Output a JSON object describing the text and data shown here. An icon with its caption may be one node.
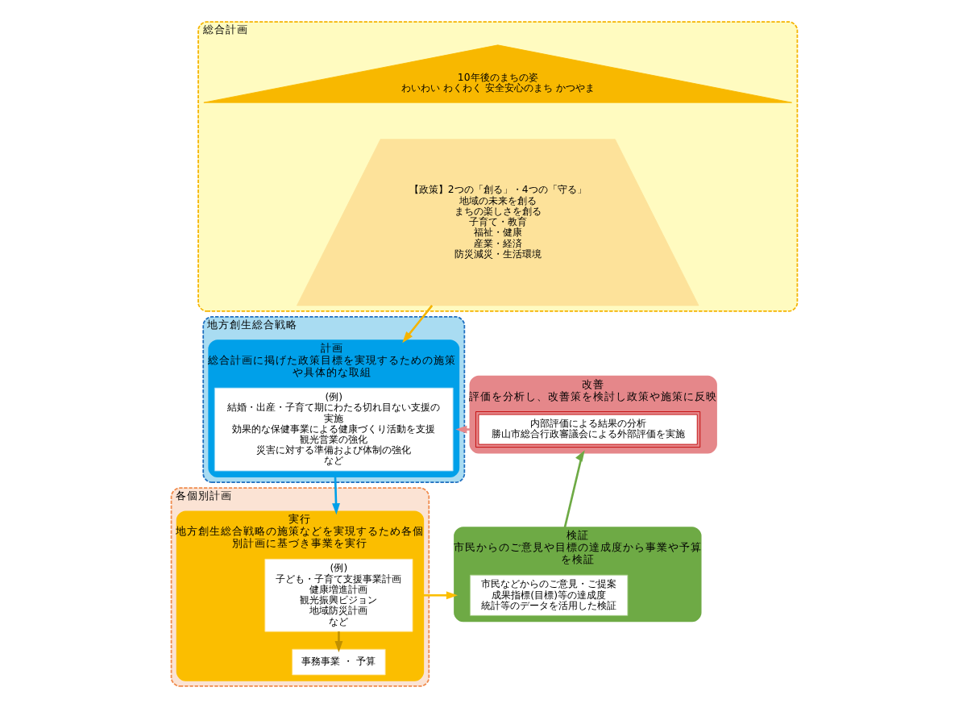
{
  "diagram": {
    "nodes": [
      {
        "text": [
          "総合計画"
        ]
      },
      {
        "text": [
          "10年後のまちの姿",
          "わいわい わくわく 安全安心のまち かつやま"
        ],
        "in": 0
      },
      {
        "text": [
          "【政策】2つの「創る」・4つの「守る」",
          "地域の未来を創る",
          "まちの楽しさを創る",
          "子育て・教育",
          "福祉・健康",
          "産業・経済",
          "防災減災・生活環境"
        ],
        "in": 0
      },
      {
        "text": [
          "地方創生総合戦略"
        ]
      },
      {
        "text": [
          "計画",
          "総合計画に掲げた政策目標を実現するための施策や具体的な取組"
        ],
        "in": 3
      },
      {
        "text": [
          "(例)",
          "結婚・出産・子育て期にわたる切れ目ない支援の実施",
          "効果的な保健事業による健康づくり活動を支援",
          "観光営業の強化",
          "災害に対する準備および体制の強化",
          "など"
        ],
        "in": 4
      },
      {
        "text": [
          "各個別計画"
        ]
      },
      {
        "text": [
          "実行",
          "地方創生総合戦略の施策などを実現するため各個別計画に基づき事業を実行"
        ],
        "in": 6
      },
      {
        "text": [
          "(例)",
          "子ども・子育て支援事業計画",
          "健康増進計画",
          "観光振興ビジョン",
          "地域防災計画",
          "など"
        ],
        "in": 7
      },
      {
        "text": [
          "事務事業 ・ 予算"
        ],
        "in": 7
      },
      {
        "text": [
          "改善",
          "評価を分析し、改善策を検討し政策や施策に反映"
        ]
      },
      {
        "text": [
          "内部評価による結果の分析",
          "勝山市総合行政審議会による外部評価を実施"
        ],
        "in": 10
      },
      {
        "text": [
          "検証",
          "市民からのご意見や目標の達成度から事業や予算を検証"
        ]
      },
      {
        "text": [
          "市民などからのご意見・ご提案",
          "成果指標(目標)等の達成度",
          "統計等のデータを活用した検証"
        ],
        "in": 12
      }
    ],
    "edges": [
      {
        "from": 2,
        "to": 4,
        "arrow": "to",
        "color": "#f5b400"
      },
      {
        "from": 4,
        "to": 7,
        "arrow": "to",
        "color": "#00a0e9"
      },
      {
        "from": 8,
        "to": 9,
        "arrow": "to",
        "color": "#c09000"
      },
      {
        "from": 7,
        "to": 12,
        "arrow": "to",
        "color": "#fbbe00"
      },
      {
        "from": 12,
        "to": 10,
        "arrow": "to",
        "color": "#6eaa45"
      },
      {
        "from": 10,
        "to": 4,
        "arrow": "to",
        "color": "#e5878a"
      }
    ]
  }
}
